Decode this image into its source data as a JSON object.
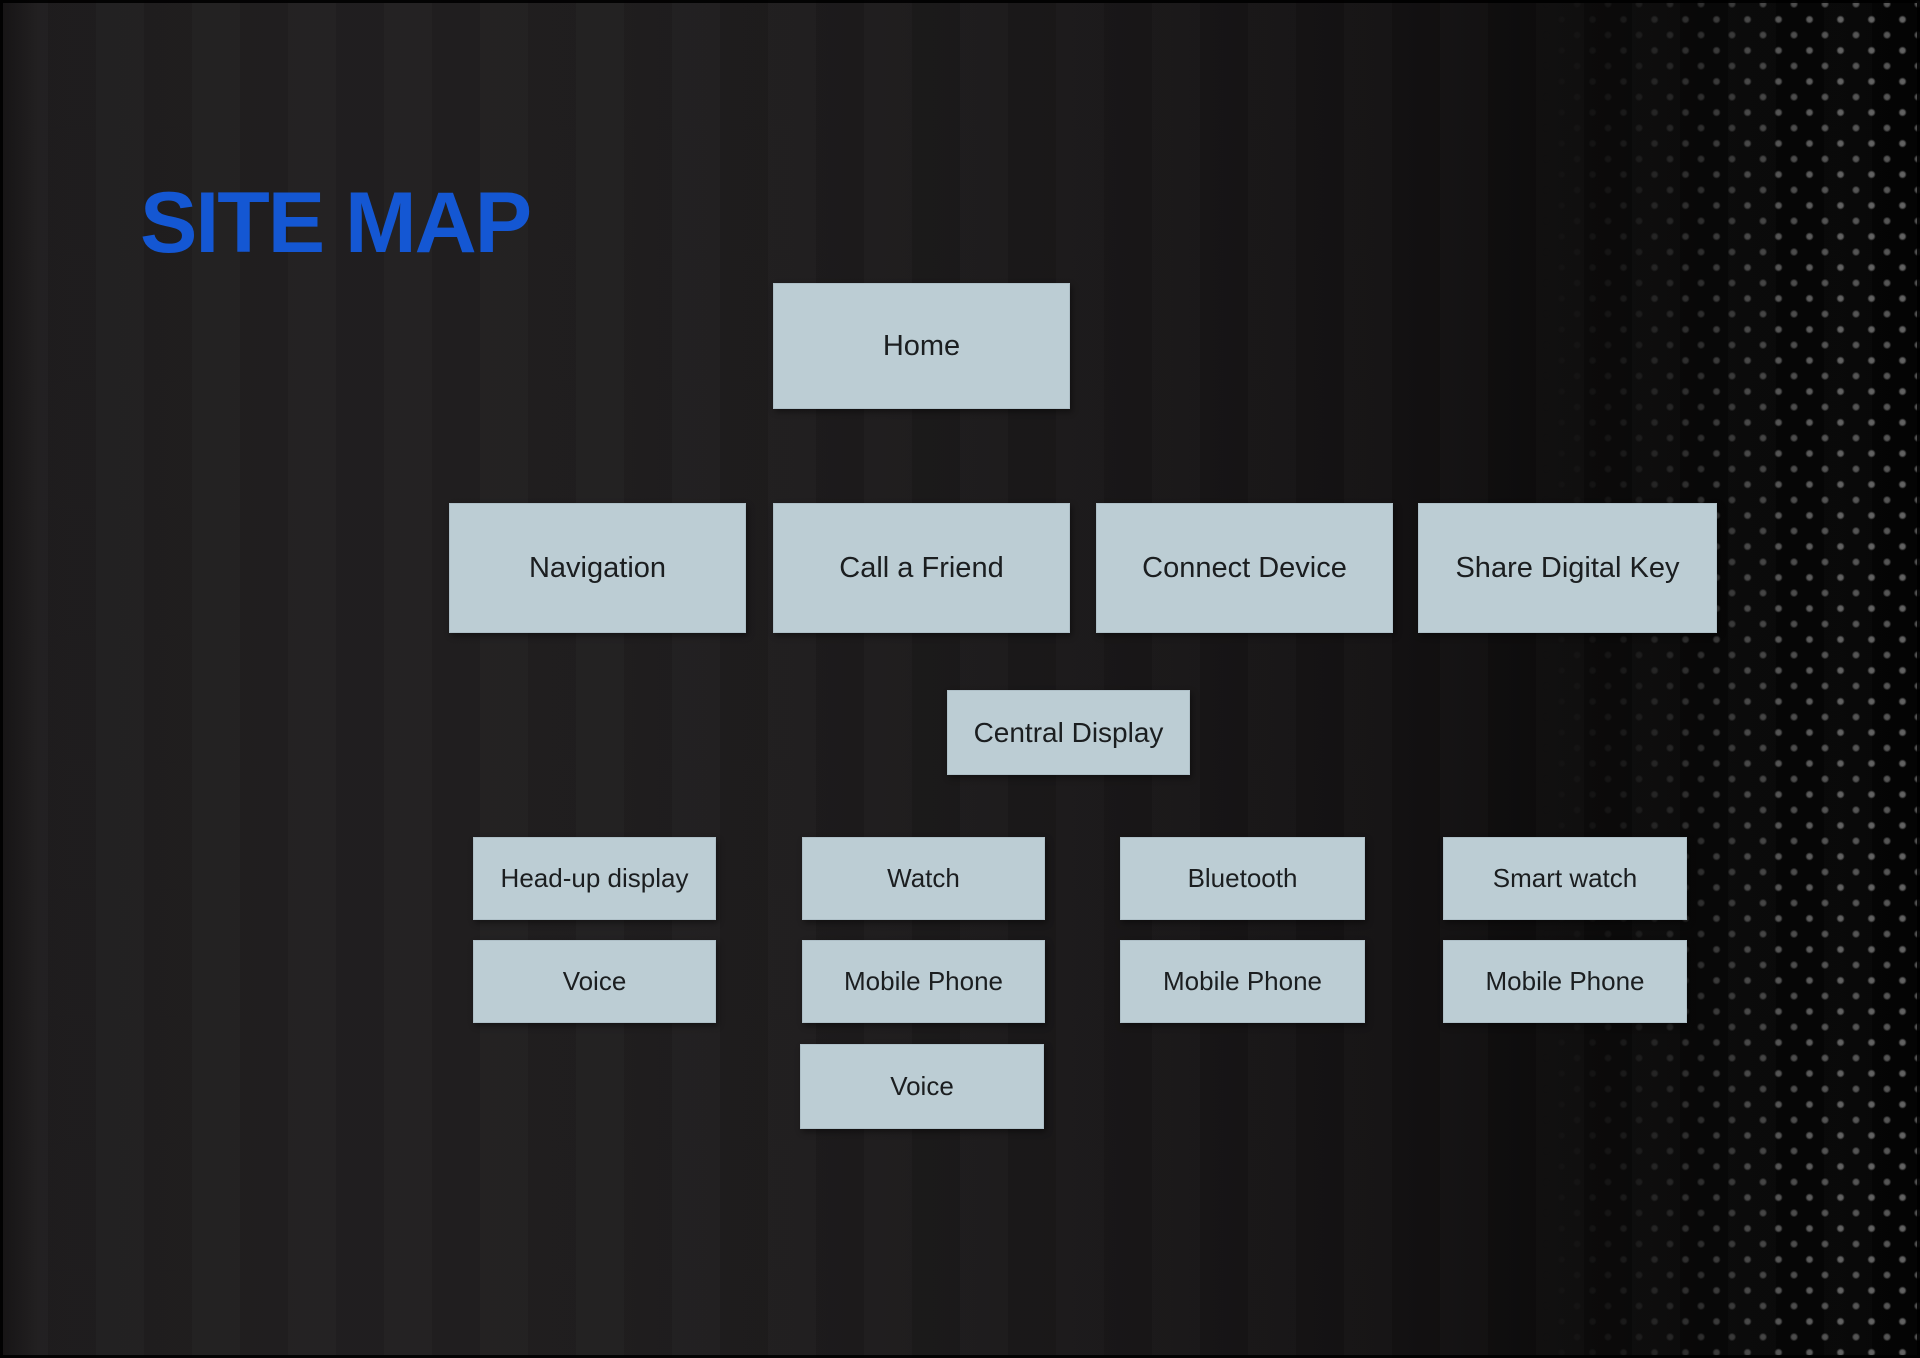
{
  "title": "SITE MAP",
  "colors": {
    "title_blue": "#1457d3",
    "node_fill": "#bccdd4",
    "node_text": "#1b1e20",
    "background_dark": "#1f1d1e",
    "background_right": "#060606",
    "dot_gray": "#5f5f5f"
  },
  "sitemap": {
    "root": {
      "label": "Home"
    },
    "level1": {
      "navigation": {
        "label": "Navigation"
      },
      "call_a_friend": {
        "label": "Call a Friend"
      },
      "connect_device": {
        "label": "Connect Device"
      },
      "share_digital_key": {
        "label": "Share Digital Key"
      }
    },
    "level2": {
      "central_display": {
        "label": "Central Display"
      }
    },
    "level3": {
      "head_up_display": {
        "label": "Head-up display"
      },
      "watch": {
        "label": "Watch"
      },
      "bluetooth": {
        "label": "Bluetooth"
      },
      "smart_watch": {
        "label": "Smart watch"
      },
      "voice_under_navigation": {
        "label": "Voice"
      },
      "mobile_phone_under_call": {
        "label": "Mobile Phone"
      },
      "mobile_phone_under_connect": {
        "label": "Mobile Phone"
      },
      "mobile_phone_under_share": {
        "label": "Mobile Phone"
      },
      "voice_under_call": {
        "label": "Voice"
      }
    }
  }
}
